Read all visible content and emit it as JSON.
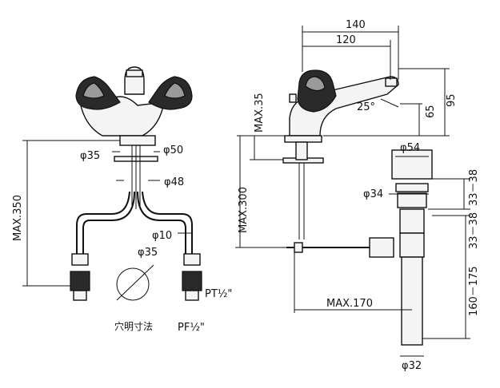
{
  "labels": {
    "d35_stem": "φ35",
    "d50": "φ50",
    "d48": "φ48",
    "d10": "φ10",
    "d35_hole": "φ35",
    "max350": "MAX.350",
    "hole_caption": "穴明寸法",
    "pt": "PT½\"",
    "pf": "PF½\"",
    "w140": "140",
    "w120": "120",
    "max35": "MAX.35",
    "angle25": "25°",
    "h65": "65",
    "h95": "95",
    "max300": "MAX.300",
    "d54": "φ54",
    "d34": "φ34",
    "r33_38a": "33－38",
    "r33_38b": "33－38",
    "r160_175": "160－175",
    "max170": "MAX.170",
    "d32": "φ32"
  }
}
